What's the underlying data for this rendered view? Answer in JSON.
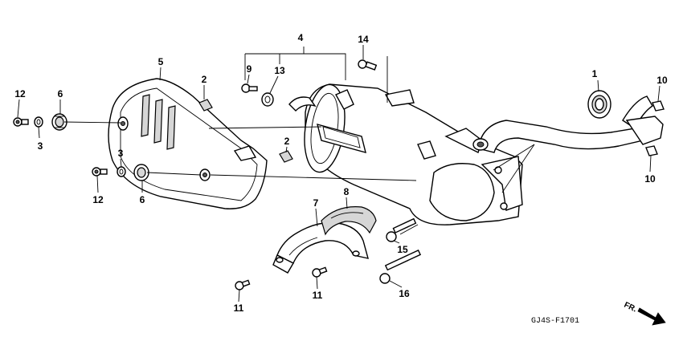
{
  "callouts": {
    "c1": "1",
    "c2a": "2",
    "c2b": "2",
    "c3a": "3",
    "c3b": "3",
    "c4": "4",
    "c5": "5",
    "c6a": "6",
    "c6b": "6",
    "c7": "7",
    "c8": "8",
    "c9": "9",
    "c10a": "10",
    "c10b": "10",
    "c11a": "11",
    "c11b": "11",
    "c12a": "12",
    "c12b": "12",
    "c13": "13",
    "c14": "14",
    "c15": "15",
    "c16": "16"
  },
  "diagram_code": "GJ4S-F1701",
  "direction": {
    "label": "FR."
  }
}
